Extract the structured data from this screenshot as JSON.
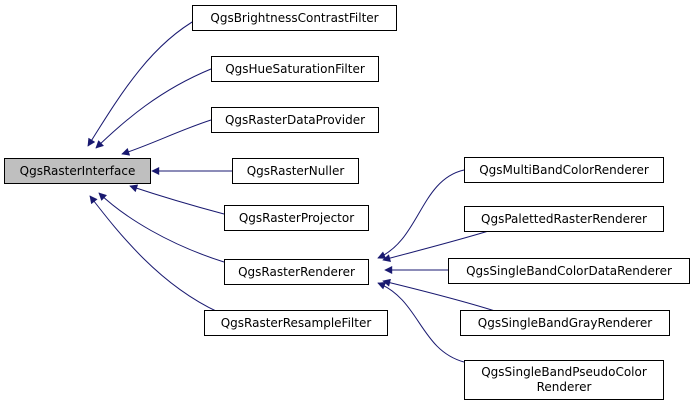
{
  "diagram": {
    "root": "QgsRasterInterface",
    "children": [
      "QgsBrightnessContrastFilter",
      "QgsHueSaturationFilter",
      "QgsRasterDataProvider",
      "QgsRasterNuller",
      "QgsRasterProjector",
      "QgsRasterRenderer",
      "QgsRasterResampleFilter"
    ],
    "renderer": "QgsRasterRenderer",
    "renderer_children": [
      "QgsMultiBandColorRenderer",
      "QgsPalettedRasterRenderer",
      "QgsSingleBandColorDataRenderer",
      "QgsSingleBandGrayRenderer"
    ],
    "pseudocolor_line1": "QgsSingleBandPseudoColor",
    "pseudocolor_line2": "Renderer"
  },
  "colors": {
    "edge": "#191970",
    "root_fill": "#bfbfbf",
    "node_border": "#000000"
  }
}
